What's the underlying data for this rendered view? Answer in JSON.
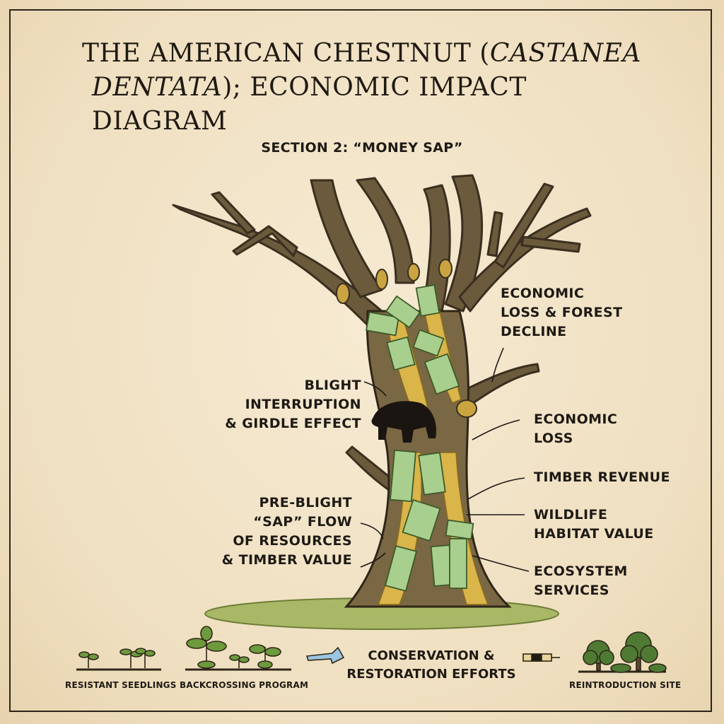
{
  "title": {
    "line1_prefix": "THE AMERICAN CHESTNUT (",
    "line1_italic": "CASTANEA",
    "line2_italic": "DENTATA",
    "line2_suffix": "); ECONOMIC IMPACT DIAGRAM"
  },
  "subtitle": "SECTION 2: “MONEY SAP”",
  "labels_right": [
    {
      "lines": [
        "ECONOMIC",
        "LOSS & FOREST",
        "DECLINE"
      ]
    },
    {
      "lines": [
        "ECONOMIC",
        "LOSS"
      ]
    },
    {
      "lines": [
        "TIMBER REVENUE"
      ]
    },
    {
      "lines": [
        "WILDLIFE",
        "HABITAT VALUE"
      ]
    },
    {
      "lines": [
        "ECOSYSTEM",
        "SERVICES"
      ]
    }
  ],
  "labels_left": [
    {
      "lines": [
        "BLIGHT",
        "INTERRUPTION",
        "& GIRDLE EFFECT"
      ]
    },
    {
      "lines": [
        "PRE-BLIGHT",
        "“SAP” FLOW",
        "OF RESOURCES",
        "& TIMBER VALUE"
      ]
    }
  ],
  "footer": {
    "resistant_seedlings": "RESISTANT SEEDLINGS",
    "backcrossing_program": "BACKCROSSING PROGRAM",
    "conservation_line1": "CONSERVATION &",
    "conservation_line2": "RESTORATION EFFORTS",
    "reintroduction_site": "REINTRODUCTION SITE"
  },
  "colors": {
    "background": "#f3e6cc",
    "bark": "#6b5a3c",
    "sap": "#d9b54a",
    "money": "#a9cf8e",
    "grass": "#9db35a",
    "ink": "#1e1a14"
  }
}
